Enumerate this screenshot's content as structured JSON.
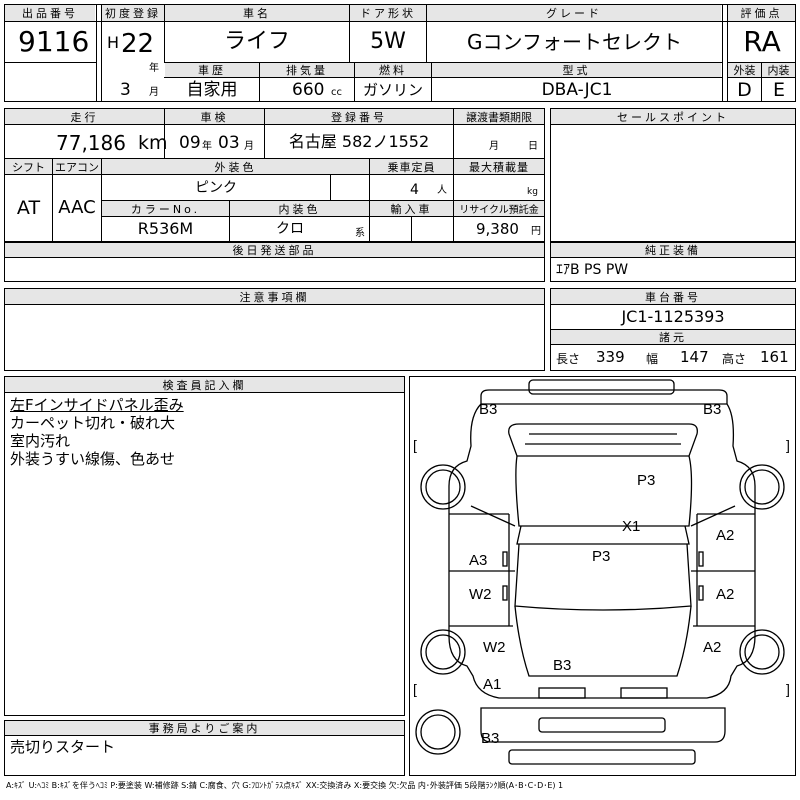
{
  "top": {
    "lot_label": "出品番号",
    "lot_no": "9116",
    "reg_label": "初度登録",
    "era": "H",
    "year": "22",
    "year_unit": "年",
    "month": "3",
    "month_unit": "月",
    "name_label": "車名",
    "name": "ライフ",
    "door_label": "ドア形状",
    "door": "5W",
    "grade_label": "グレード",
    "grade": "Gコンフォートセレクト",
    "score_label": "評価点",
    "score": "RA",
    "history_label": "車歴",
    "history": "自家用",
    "disp_label": "排気量",
    "disp": "660",
    "disp_unit": "cc",
    "fuel_label": "燃料",
    "fuel": "ガソリン",
    "model_label": "型式",
    "model": "DBA-JC1",
    "ext_label": "外装",
    "ext_grade": "D",
    "int_label": "内装",
    "int_grade": "E"
  },
  "mid": {
    "mileage_label": "走行",
    "mileage": "77,186",
    "mileage_unit": "km",
    "inspect_label": "車検",
    "inspect_year": "09",
    "inspect_y_unit": "年",
    "inspect_month": "03",
    "inspect_m_unit": "月",
    "plate_label": "登録番号",
    "plate": "名古屋 582ノ1552",
    "transfer_label": "譲渡書類期限",
    "transfer_m": "月",
    "transfer_d": "日",
    "shift_label": "シフト",
    "shift": "AT",
    "ac_label": "エアコン",
    "ac": "AAC",
    "color_label": "外装色",
    "color": "ピンク",
    "cap_label": "乗車定員",
    "cap": "4",
    "cap_unit": "人",
    "load_label": "最大積載量",
    "load_unit": "kg",
    "colorno_label": "カラーNo.",
    "colorno": "R536M",
    "intcolor_label": "内装色",
    "intcolor": "クロ",
    "intcolor_unit": "系",
    "import_label": "輸入車",
    "recycle_label": "リサイクル預託金",
    "recycle": "9,380",
    "recycle_unit": "円"
  },
  "sales_point_label": "セールスポイント",
  "later_parts_label": "後日発送部品",
  "equipment": {
    "label": "純正装備",
    "value": "ｴｱB PS PW"
  },
  "caution_label": "注意事項欄",
  "chassis": {
    "label": "車台番号",
    "value": "JC1-1125393",
    "dims_label": "諸元",
    "length_label": "長さ",
    "length": "339",
    "width_label": "幅",
    "width": "147",
    "height_label": "高さ",
    "height": "161"
  },
  "inspector": {
    "label": "検査員記入欄",
    "notes": [
      "左Fインサイドパネル歪み",
      "カーペット切れ・破れ大",
      "室内汚れ",
      "外装うすい線傷、色あせ"
    ]
  },
  "office": {
    "label": "事務局よりご案内",
    "text": "売切りスタート"
  },
  "diagram_marks": {
    "b3_tl": "B3",
    "b3_tr": "B3",
    "p3_roof": "P3",
    "x1": "X1",
    "p3_hood": "P3",
    "a3_left": "A3",
    "a2_r1": "A2",
    "w2_l1": "W2",
    "a2_r2": "A2",
    "w2_l2": "W2",
    "a2_r3": "A2",
    "b3_front": "B3",
    "a1": "A1",
    "b3_bottom": "B3"
  },
  "legend": "A:ｷｽﾞ U:ﾍｺﾐ B:ｷｽﾞを伴うﾍｺﾐ P:要塗装 W:補修跡 S:錆 C:腐食、穴 G:ﾌﾛﾝﾄｶﾞﾗｽ点ｷｽﾞ XX:交換済み X:要交換 欠:欠品 内･外装評価 5段階ﾗﾝｸ順(A･B･C･D･E) 1"
}
